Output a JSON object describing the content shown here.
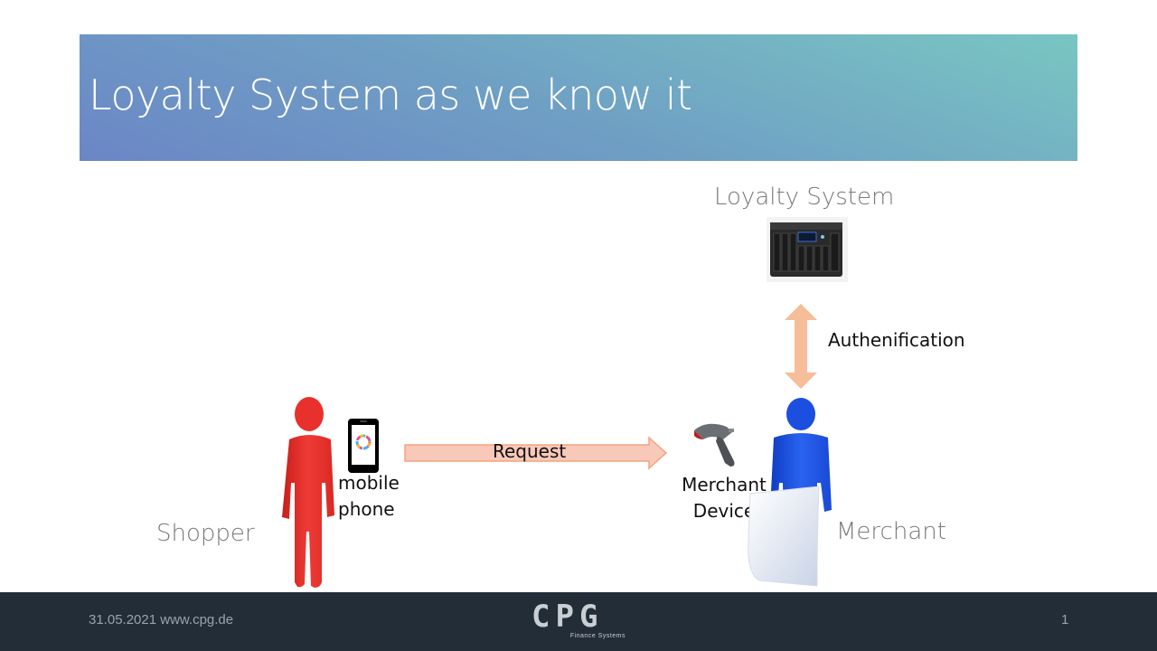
{
  "slide": {
    "title": "Loyalty System as we know it"
  },
  "diagram": {
    "loyalty_system_label": "Loyalty System",
    "auth_label": "Authenification",
    "request_label": "Request",
    "mobile_label_line1": "mobile",
    "mobile_label_line2": "phone",
    "device_label_line1": "Merchant",
    "device_label_line2": "Device",
    "shopper_label": "Shopper",
    "merchant_label": "Merchant",
    "colors": {
      "shopper": "#e8312d",
      "merchant": "#1c4fe0",
      "arrow_fill": "#f8c8b8",
      "arrow_stroke": "#f3a47e",
      "auth_arrow": "#f5bd98"
    },
    "icons": [
      "server-icon",
      "smartphone-icon",
      "barcode-scanner-icon",
      "person-icon"
    ]
  },
  "footer": {
    "date_url": "31.05.2021 www.cpg.de",
    "logo_letters": "CPG",
    "logo_subtitle": "Finance Systems",
    "page_number": "1"
  }
}
